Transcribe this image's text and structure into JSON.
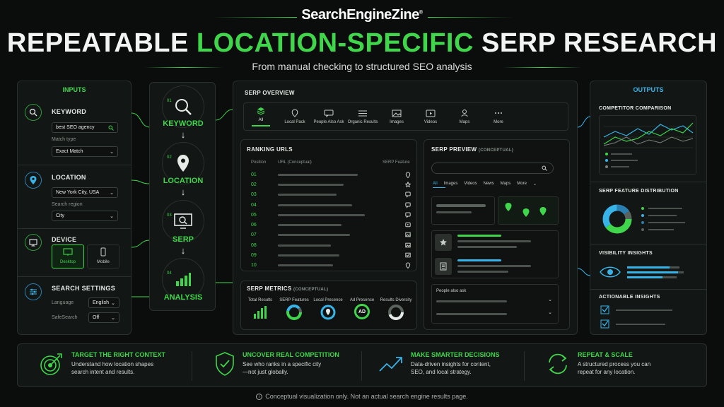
{
  "header": {
    "brand": "SearchEngineZine",
    "brand_mark": "®",
    "title_part1": "REPEATABLE",
    "title_part2": "LOCATION-SPECIFIC",
    "title_part3": "SERP RESEARCH",
    "subtitle": "From manual checking to structured SEO analysis"
  },
  "inputs": {
    "heading": "INPUTS",
    "keyword": {
      "label": "KEYWORD",
      "value": "best SEO agency",
      "match_label": "Match type",
      "match_value": "Exact Match"
    },
    "location": {
      "label": "LOCATION",
      "value": "New York City, USA",
      "region_label": "Search region",
      "region_value": "City"
    },
    "device": {
      "label": "DEVICE",
      "desktop": "Desktop",
      "mobile": "Mobile",
      "selected": "Desktop"
    },
    "settings": {
      "label": "SEARCH SETTINGS",
      "language_label": "Language",
      "language_value": "English",
      "safe_label": "SafeSearch",
      "safe_value": "Off"
    }
  },
  "flow": {
    "steps": [
      {
        "num": "01",
        "label": "KEYWORD"
      },
      {
        "num": "02",
        "label": "LOCATION"
      },
      {
        "num": "03",
        "label": "SERP"
      },
      {
        "num": "04",
        "label": "ANALYSIS"
      }
    ],
    "arrow": "↓"
  },
  "serp_overview": {
    "heading": "SERP OVERVIEW",
    "tabs": [
      "All",
      "Local Pack",
      "People Also Ask",
      "Organic Results",
      "Images",
      "Videos",
      "Maps",
      "More"
    ],
    "active_tab": "All"
  },
  "ranking": {
    "heading": "RANKING URLS",
    "col_position": "Position",
    "col_url": "URL (Conceptual)",
    "col_feature": "SERP Feature",
    "rows": [
      {
        "pos": "01",
        "bar": 0.75
      },
      {
        "pos": "02",
        "bar": 0.62
      },
      {
        "pos": "03",
        "bar": 0.55
      },
      {
        "pos": "04",
        "bar": 0.7
      },
      {
        "pos": "05",
        "bar": 0.82
      },
      {
        "pos": "06",
        "bar": 0.6
      },
      {
        "pos": "07",
        "bar": 0.68
      },
      {
        "pos": "08",
        "bar": 0.5
      },
      {
        "pos": "09",
        "bar": 0.58
      },
      {
        "pos": "10",
        "bar": 0.52
      }
    ]
  },
  "metrics": {
    "heading": "SERP METRICS",
    "heading_note": "(CONCEPTUAL)",
    "items": [
      "Total Results",
      "SERP Features",
      "Local Presence",
      "Ad Presence",
      "Results Diversity"
    ],
    "ad_label": "AD"
  },
  "preview": {
    "heading": "SERP PREVIEW",
    "heading_note": "(CONCEPTUAL)",
    "tabs": [
      "All",
      "Images",
      "Videos",
      "News",
      "Maps",
      "More"
    ],
    "paa": "People also ask"
  },
  "outputs": {
    "heading": "OUTPUTS",
    "competitor": "COMPETITOR COMPARISON",
    "distribution": "SERP FEATURE DISTRIBUTION",
    "visibility": "VISIBILITY INSIGHTS",
    "actionable": "ACTIONABLE INSIGHTS"
  },
  "benefits": [
    {
      "title": "TARGET THE RIGHT CONTEXT",
      "desc1": "Understand how location shapes",
      "desc2": "search intent and results."
    },
    {
      "title": "UNCOVER REAL COMPETITION",
      "desc1": "See who ranks in a specific city",
      "desc2": "—not just globally."
    },
    {
      "title": "MAKE SMARTER DECISIONS",
      "desc1": "Data-driven insights for content,",
      "desc2": "SEO, and local strategy."
    },
    {
      "title": "REPEAT & SCALE",
      "desc1": "A structured process you can",
      "desc2": "repeat for any location."
    }
  ],
  "footer": {
    "note": "Conceptual visualization only. Not an actual search engine results page."
  },
  "colors": {
    "accent": "#3fd64b",
    "blue": "#38b3e8",
    "bg": "#0b0d0c"
  }
}
